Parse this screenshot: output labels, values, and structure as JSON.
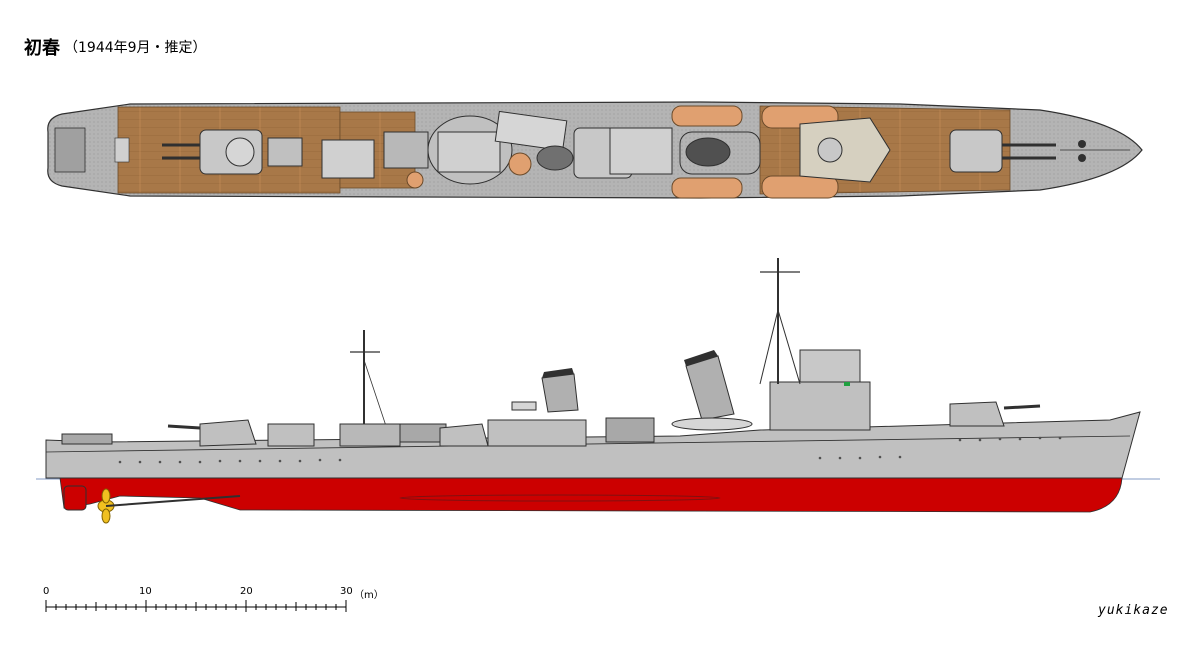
{
  "title": "初春",
  "subtitle": "（1944年9月・推定）",
  "scale": {
    "ticks": [
      "0",
      "10",
      "20",
      "30"
    ],
    "unit": "（m）"
  },
  "signature": "yukikaze",
  "colors": {
    "hull_gray": "#c0c0c0",
    "deck_wood": "#a87848",
    "hull_red": "#cc0000",
    "deck_gray": "#b4b4b4",
    "boat_orange": "#e0a070",
    "propeller": "#f0c020",
    "outline": "#303030"
  }
}
